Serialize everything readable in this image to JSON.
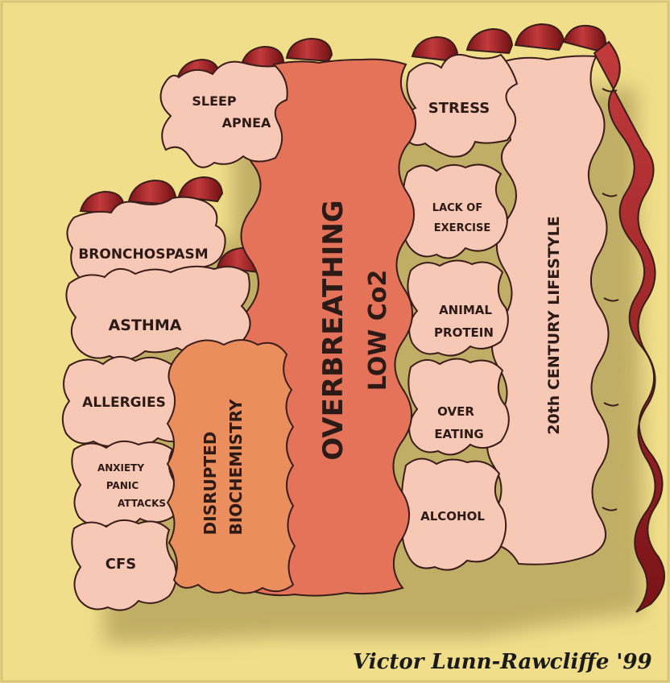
{
  "colors": {
    "background": "#f0de8a",
    "shadow": "#b9a661",
    "piece_light": "#f8c8b6",
    "piece_overbreathing": "#e4735a",
    "piece_biochemistry": "#ea8e5e",
    "rim": "#a8262b",
    "outline": "#3a1d1a"
  },
  "pieces": {
    "sleep_apnea": [
      "SLEEP",
      "APNEA"
    ],
    "bronchospasm": "BRONCHOSPASM",
    "asthma": "ASTHMA",
    "allergies": "ALLERGIES",
    "anxiety": [
      "ANXIETY",
      "PANIC",
      "ATTACKS"
    ],
    "cfs": "CFS",
    "biochemistry": [
      "DISRUPTED",
      "BIOCHEMISTRY"
    ],
    "overbreathing": [
      "OVERBREATHING",
      "LOW Co2"
    ],
    "stress": "STRESS",
    "lack_of_exercise": [
      "LACK OF",
      "EXERCISE"
    ],
    "animal_protein": [
      "ANIMAL",
      "PROTEIN"
    ],
    "over_eating": [
      "OVER",
      "EATING"
    ],
    "alcohol": "ALCOHOL",
    "lifestyle": "20th CENTURY LIFESTYLE"
  },
  "signature": "Victor Lunn-Rawcliffe '99"
}
